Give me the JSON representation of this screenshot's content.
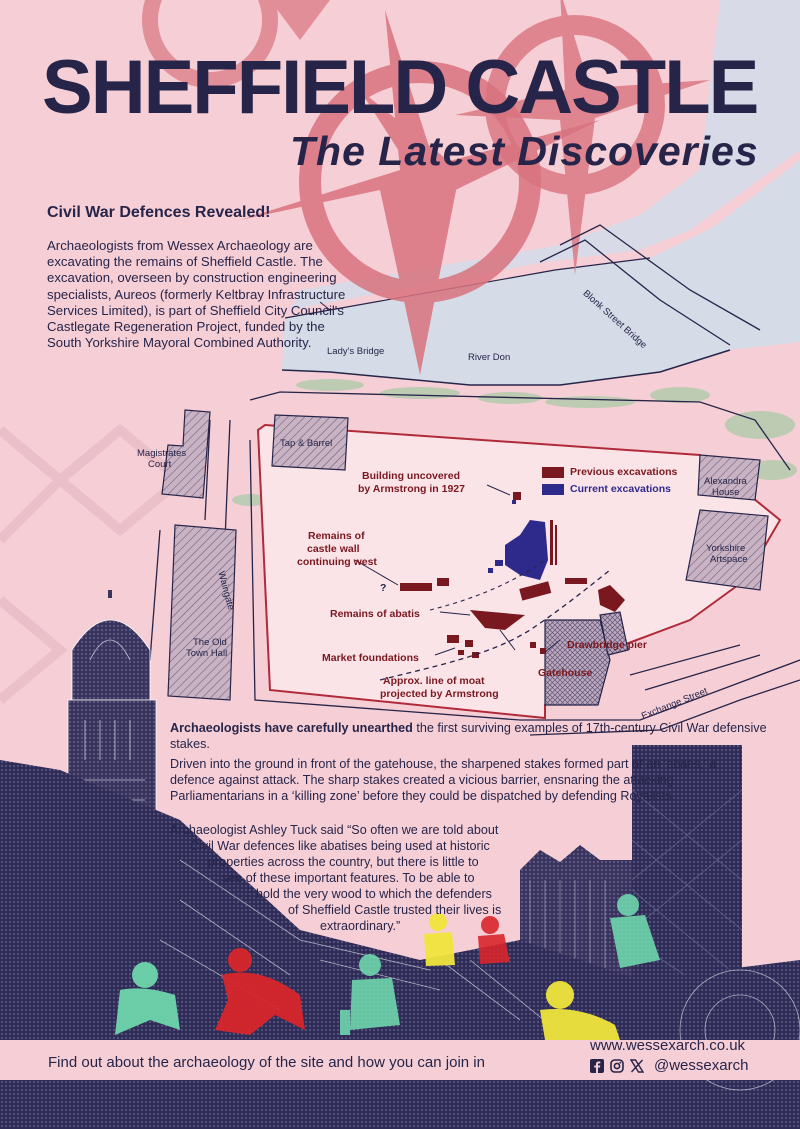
{
  "header": {
    "title": "SHEFFIELD CASTLE",
    "subtitle": "The Latest Discoveries"
  },
  "intro": {
    "heading": "Civil War Defences Revealed!",
    "text": "Archaeologists from Wessex Archaeology are excavating the remains of Sheffield Castle. The excavation, overseen by construction engineering specialists, Aureos (formerly Keltbray Infrastructure Services Limited), is part of Sheffield City Council's Castlegate Regeneration Project, funded by the South Yorkshire Mayoral Combined Authority."
  },
  "map": {
    "places": {
      "ladys_bridge": "Lady's Bridge",
      "river_don": "River Don",
      "blonk_street_bridge": "Blonk Street Bridge",
      "tap_barrel": "Tap & Barrel",
      "magistrates_court_1": "Magistrates",
      "magistrates_court_2": "Court",
      "waingate": "Waingate",
      "old_town_hall_1": "The Old",
      "old_town_hall_2": "Town Hall",
      "alexandra_house_1": "Alexandra",
      "alexandra_house_2": "House",
      "yorkshire_artspace_1": "Yorkshire",
      "yorkshire_artspace_2": "Artspace",
      "exchange_street": "Exchange Street"
    },
    "features": {
      "building_1": "Building uncovered",
      "building_2": "by Armstrong in 1927",
      "castle_wall_1": "Remains of",
      "castle_wall_2": "castle wall",
      "castle_wall_3": "continuing west",
      "question_mark": "?",
      "abatis": "Remains of abatis",
      "market": "Market foundations",
      "drawbridge": "Drawbridge pier",
      "gatehouse": "Gatehouse",
      "moat_1": "Approx. line of moat",
      "moat_2": "projected by Armstrong"
    },
    "legend": {
      "previous": "Previous excavations",
      "current": "Current excavations",
      "previous_color": "#7a1820",
      "current_color": "#2e2a8c"
    }
  },
  "body": {
    "lead_bold": "Archaeologists have carefully unearthed",
    "lead_rest": " the first surviving examples of 17th-century Civil War defensive stakes.",
    "p2": "Driven into the ground in front of the gatehouse, the sharpened stakes formed part of an ‘abatis,’ a defence against attack. The sharp stakes created a vicious barrier, ensnaring the attacking Parliamentarians in a ‘killing zone’ before they could be dispatched by defending Royalists.",
    "quote_lines": [
      "Archaeologist Ashley Tuck said “So often we are told about",
      "Civil War defences like abatises being used at historic",
      "properties across the country, but there is little to",
      "see of these important features. To be able to",
      "hold the very wood to which the defenders",
      "of Sheffield Castle trusted their lives is",
      "extraordinary.”"
    ]
  },
  "footer": {
    "text": "Find out about the archaeology of the site and how you can join in",
    "website": "www.wessexarch.co.uk",
    "handle": "@wessexarch",
    "icons": [
      "facebook-icon",
      "instagram-icon",
      "x-icon"
    ]
  },
  "colors": {
    "background": "#f6cfd6",
    "navy": "#262449",
    "accent_red": "#7a1820",
    "compass": "#d9737f",
    "river": "#d6dbe8",
    "green": "#b7cbb0",
    "figure_green": "#6fd6ad",
    "figure_red": "#d8262c",
    "figure_yellow": "#f0e53c"
  }
}
